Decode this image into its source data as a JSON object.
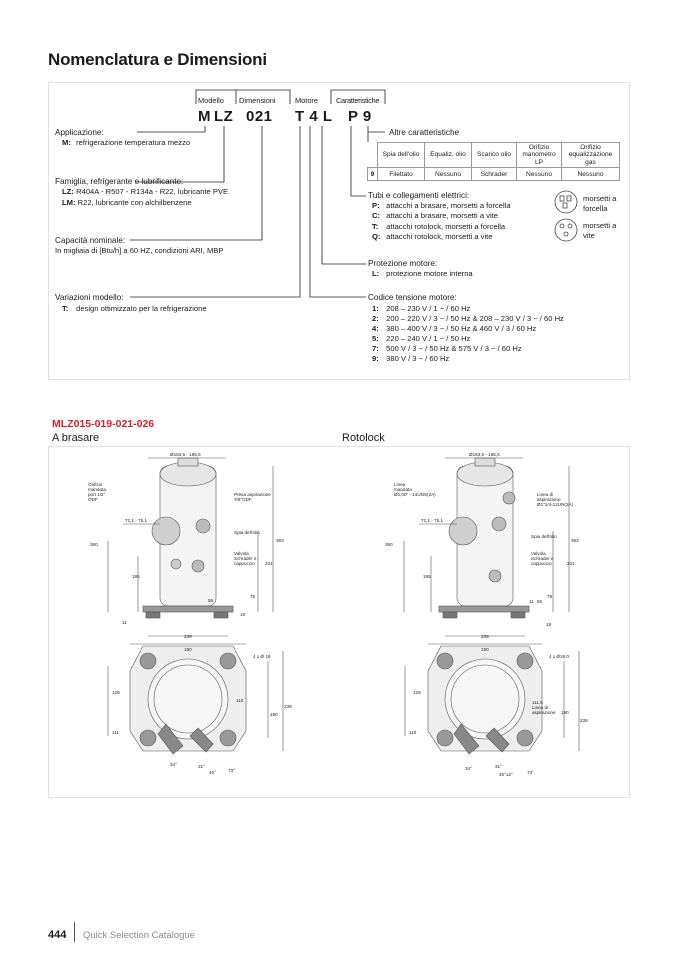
{
  "page": {
    "title": "Nomenclatura e Dimensioni",
    "page_number": "444",
    "catalogue": "Quick Selection Catalogue"
  },
  "headers": {
    "modello": "Modello",
    "dimensioni": "Dimensioni",
    "motore": "Motore",
    "caratteristiche": "Caratteristiche"
  },
  "codes": {
    "m": "M",
    "lz": "LZ",
    "dim": "021",
    "t4l": "T 4 L",
    "p9": "P 9"
  },
  "applicazione": {
    "title": "Applicazione:",
    "items": [
      {
        "code": "M:",
        "text": "refrigerazione temperatura mezzo"
      }
    ]
  },
  "famiglia": {
    "title": "Famiglia, refrigerante e lubrificante:",
    "items": [
      {
        "code": "LZ:",
        "text": "R404A - R507 - R134a - R22, lubricante PVE"
      },
      {
        "code": "LM:",
        "text": "R22, lubricante con alchilbenzene"
      }
    ]
  },
  "capacita": {
    "title": "Capacità nominale:",
    "text": "In migliaia di [Btu/h] a 60 HZ, condizioni ARI, MBP"
  },
  "variazioni": {
    "title": "Variazioni modello:",
    "items": [
      {
        "code": "T:",
        "text": "design ottimizzato per la refrigerazione"
      }
    ]
  },
  "altre": {
    "title": "Altre caratteristiche",
    "col_headers": [
      "Spia dell'olio",
      "Equaliz. olio",
      "Scarico olio",
      "Orifizio manometro LP",
      "Orifizio equalizzazione gas"
    ],
    "row": {
      "code": "9",
      "values": [
        "Filettato",
        "Nessuno",
        "Schrader",
        "Nessuno",
        "Nessuno"
      ]
    }
  },
  "tubi": {
    "title": "Tubi e collegamenti elettrici:",
    "items": [
      {
        "code": "P:",
        "text": "attacchi a brasare, morsetti a forcella"
      },
      {
        "code": "C:",
        "text": "attacchi a brasare, morsetti a vite"
      },
      {
        "code": "T:",
        "text": "attacchi rotolock, morsetti a forcella"
      },
      {
        "code": "Q:",
        "text": "attacchi rotolock, morsetti a vite"
      }
    ],
    "icons": [
      {
        "label_1": "morsetti a",
        "label_2": "forcella"
      },
      {
        "label_1": "morsetti a",
        "label_2": "vite"
      }
    ]
  },
  "protezione": {
    "title": "Protezione motore:",
    "items": [
      {
        "code": "L:",
        "text": "protezione motore interna"
      }
    ]
  },
  "codice": {
    "title": "Codice tensione motore:",
    "items": [
      {
        "code": "1:",
        "text": "208 – 230 V / 1 ~ / 60 Hz"
      },
      {
        "code": "2:",
        "text": "200 – 220 V / 3 ~ / 50 Hz & 208 – 230 V / 3 ~ / 60 Hz"
      },
      {
        "code": "4:",
        "text": "380 – 400 V / 3 ~ / 50 Hz & 460 V / 3 / 60 Hz"
      },
      {
        "code": "5:",
        "text": "220 – 240 V / 1 ~ / 50 Hz"
      },
      {
        "code": "7:",
        "text": "500 V / 3 ~ / 50 Hz & 575 V / 3 ~ / 60 Hz"
      },
      {
        "code": "9:",
        "text": "380 V / 3 ~ / 60 Hz"
      }
    ]
  },
  "models": {
    "heading": "MLZ015-019-021-026",
    "left_sub": "A brasare",
    "right_sub": "Rotolock"
  },
  "drawing_left": {
    "dim_top": "Ø163,5 - 165,5",
    "orifice_1": "Orifizio",
    "orifice_2": "mandata",
    "orifice_3": "port 1/2\"",
    "orifice_4": "ODF",
    "presa_1": "Presa aspirazione",
    "presa_2": "7/8\"ODF",
    "dim_72": "72,1 - 75,1",
    "h360": "360",
    "h393": "393",
    "spia": "Spia dell'olio",
    "valvola_1": "Valvola",
    "valvola_2": "Schrader e",
    "valvola_3": "cappuccio",
    "h231": "231",
    "h195": "195",
    "d78": "78",
    "d55": "55",
    "d19": "19",
    "d11": "11",
    "w239": "239",
    "w190": "190",
    "holes": "4 x Ø 19",
    "h129": "129",
    "h110": "110",
    "h111": "111",
    "v190": "190",
    "v239": "239",
    "a34": "34°",
    "a31": "31°",
    "a45": "45°",
    "a73": "73°"
  },
  "drawing_right": {
    "dim_top": "Ø163,5 - 165,5",
    "linea_1": "Linea",
    "linea_2": "mandata",
    "linea_3": "Ø1,00\" - 14UNS(2A)",
    "asp_1": "Linea di",
    "asp_2": "aspirazione",
    "asp_3": "Ø1\"1/4-12UN(2A)",
    "dim_72": "72,1 - 75,1",
    "h360": "360",
    "h393": "393",
    "spia": "Spia dell'olio",
    "valvola_1": "Valvola",
    "valvola_2": "Schrader e",
    "valvola_3": "cappuccio",
    "h231": "231",
    "h195": "195",
    "d79": "79",
    "d11": "11",
    "d55": "55",
    "d19": "19",
    "w239": "239",
    "w190": "190",
    "holes": "4 x Ø19,0",
    "h129": "129",
    "h110": "110",
    "l111_1": "111,5",
    "l111_2": "Linea di",
    "l111_3": "aspirazione",
    "v190": "190",
    "v239": "239",
    "a34": "34°",
    "a31": "31°",
    "a45": "45°±2°",
    "a73": "73°"
  }
}
